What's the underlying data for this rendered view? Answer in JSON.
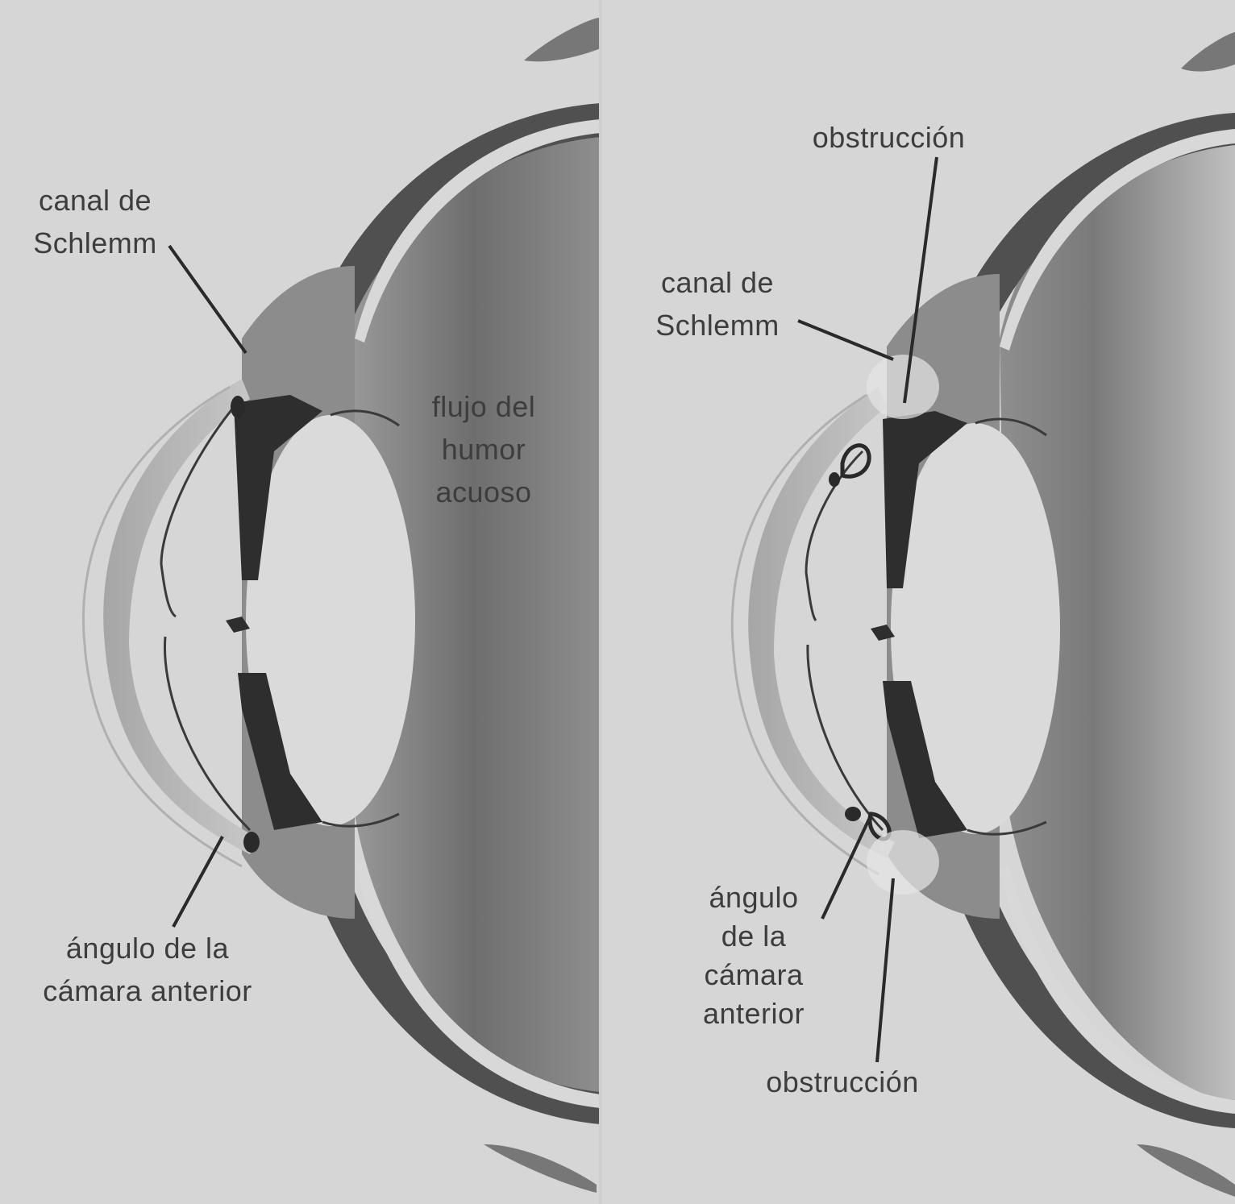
{
  "panel_left": {
    "schlemm_label": "canal de\nSchlemm",
    "flow_label": "flujo del\nhumor\nacuoso",
    "angle_label": "ángulo de la\ncámara anterior"
  },
  "panel_right": {
    "obstruction_top_label": "obstrucción",
    "schlemm_label": "canal de\nSchlemm",
    "angle_label": "ángulo\nde la\ncámara\nanterior",
    "obstruction_bottom_label": "obstrucción"
  },
  "colors": {
    "background": "#d6d6d6",
    "tissue_dark": "#3a3a3a",
    "tissue_mid": "#8a8a8a",
    "tissue_light": "#c4c4c4",
    "label_text": "#3d3d3d"
  }
}
